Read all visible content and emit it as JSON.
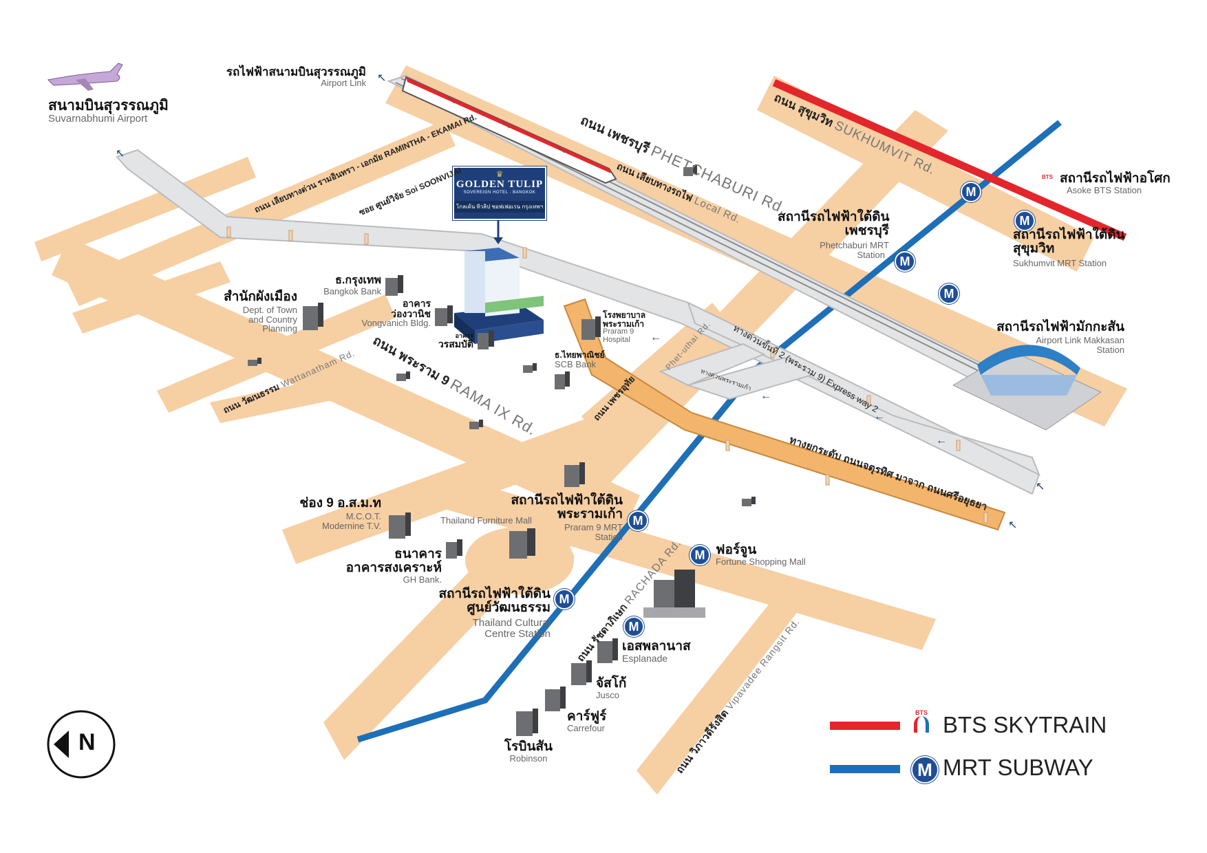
{
  "airport": {
    "th": "สนามบินสุวรรณภูมิ",
    "en": "Suvarnabhumi Airport"
  },
  "airport_link": {
    "th": "รถไฟฟ้าสนามบินสุวรรณภูมิ",
    "en": "Airport Link"
  },
  "hotel": {
    "name": "GOLDEN TULIP",
    "sub": "SOVEREIGN HOTEL · BANGKOK",
    "th": "โกลเด้น ทิวลิป ซอฟเฟอเรน กรุงเทพฯ"
  },
  "roads": {
    "ramintha": "ถนน เลียบทางด่วน รามอินทรา - เอกมัย RAMINTHA - EKAMAI Rd.",
    "soonvijai": "ซอย ศูนย์วิจัย Soi SOONVIJAI",
    "petchaburi_th": "ถนน เพชรบุรี",
    "petchaburi_en": "PHETCHABURI Rd.",
    "local_th": "ถนน เลียบทางรถไฟ",
    "local_en": "Local Rd.",
    "sukhumvit_th": "ถนน สุขุมวิท",
    "sukhumvit_en": "SUKHUMVIT Rd.",
    "rama9_th": "ถนน พระราม 9",
    "rama9_en": "RAMA IX Rd.",
    "wattanatham_th": "ถนน วัฒนธรรม",
    "wattanatham_en": "Wattanatham Rd.",
    "phet_uthai_th": "ถนน เพชรอุทัย",
    "phet_uthai_en": "Phet-uthai Rd.",
    "expressway": "ทางด่วนขั้นที่ 2 (พระราม 9) Express way 2",
    "exit_sign": "ทางด่วนพระรามเก้า",
    "ramp": "ทางยกระดับ ถนนจตุรทิศ มาจาก ถนนศรีอยุธยา",
    "rachada_th": "ถนน รัชดาภิเษก",
    "rachada_en": "RACHADA Rd.",
    "vipavadee_th": "ถนน วิภาวดีรังสิต",
    "vipavadee_en": "Vipavadee Rangsit Rd."
  },
  "places": [
    {
      "key": "asoke",
      "th": "สถานีรถไฟฟ้าอโศก",
      "en": "Asoke BTS Station"
    },
    {
      "key": "petchaburi_mrt",
      "th": "สถานีรถไฟฟ้าใต้ดิน",
      "th2": "เพชรบุรี",
      "en": "Phetchaburi MRT",
      "en2": "Station"
    },
    {
      "key": "sukhumvit_mrt",
      "th": "สถานีรถไฟฟ้าใต้ดิน",
      "th2": "สุขุมวิท",
      "en": "Sukhumvit MRT Station"
    },
    {
      "key": "makkasan",
      "th": "สถานีรถไฟฟ้ามักกะสัน",
      "en": "Airport Link Makkasan",
      "en2": "Station"
    },
    {
      "key": "bangkok_bank",
      "th": "ธ.กรุงเทพ",
      "en": "Bangkok Bank"
    },
    {
      "key": "town_planning",
      "th": "สำนักผังเมือง",
      "en": "Dept. of Town",
      "en2": "and Country",
      "en3": "Planning"
    },
    {
      "key": "vongvanich",
      "th": "อาคาร",
      "th2": "ว่องวานิช",
      "en": "Vongvanich Bldg."
    },
    {
      "key": "worasombat",
      "th": "อาคาร",
      "th2": "วรสมบัติ"
    },
    {
      "key": "praram9_hosp",
      "th": "โรงพยาบาล",
      "th2": "พระรามเก้า",
      "en": "Praram 9",
      "en2": "Hospital"
    },
    {
      "key": "scb",
      "th": "ธ.ไทยพาณิชย์",
      "en": "SCB Bank"
    },
    {
      "key": "praram9_mrt",
      "th": "สถานีรถไฟฟ้าใต้ดิน",
      "th2": "พระรามเก้า",
      "en": "Praram 9 MRT",
      "en2": "Station"
    },
    {
      "key": "furniture",
      "en": "Thailand Furniture Mall"
    },
    {
      "key": "mcot",
      "th": "ช่อง 9 อ.ส.ม.ท",
      "en": "M.C.O.T.",
      "en2": "Modernine T.V."
    },
    {
      "key": "ghbank",
      "th": "ธนาคาร",
      "th2": "อาคารสงเคราะห์",
      "en": "GH Bank."
    },
    {
      "key": "cultural",
      "th": "สถานีรถไฟฟ้าใต้ดิน",
      "th2": "ศูนย์วัฒนธรรม",
      "en": "Thailand Cultural",
      "en2": "Centre Station"
    },
    {
      "key": "fortune",
      "th": "ฟอร์จูน",
      "en": "Fortune Shopping Mall"
    },
    {
      "key": "esplanade",
      "th": "เอสพลานาส",
      "en": "Esplanade"
    },
    {
      "key": "jusco",
      "th": "จัสโก้",
      "en": "Jusco"
    },
    {
      "key": "carrefour",
      "th": "คาร์ฟูร์",
      "en": "Carrefour"
    },
    {
      "key": "robinson",
      "th": "โรบินสัน",
      "en": "Robinson"
    }
  ],
  "legend": {
    "bts": "BTS SKYTRAIN",
    "mrt": "MRT SUBWAY",
    "bts_color": "#e3262b",
    "mrt_color": "#1d6fb8",
    "mrt_symbol": "M",
    "bts_symbol": "BTS"
  },
  "compass": {
    "label": "N",
    "icon": "north-arrow-icon"
  },
  "colors": {
    "road": "#f6cfa3",
    "expressway": "#e3e4e6",
    "ramp": "#f2b56b"
  }
}
